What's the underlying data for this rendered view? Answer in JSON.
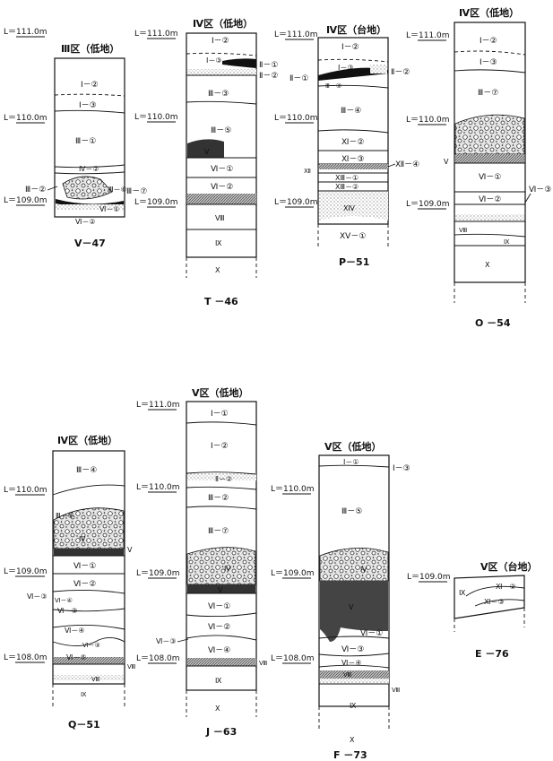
{
  "columns": [
    {
      "id": "V-47",
      "title": "Ⅲ区（低地）",
      "label": "V－47",
      "elevations": [
        "L＝111.0m",
        "L＝110.0m",
        "L＝109.0m"
      ],
      "layers": [
        "Ⅰ－②",
        "Ⅰ－③",
        "Ⅲ－①",
        "Ⅳ－②",
        "Ⅲ－②",
        "Ⅲ－⑥",
        "Ⅲ－⑦",
        "Ⅵ－①",
        "Ⅵ－②"
      ]
    },
    {
      "id": "T-46",
      "title": "Ⅳ区（低地）",
      "label": "T －46",
      "elevations": [
        "L＝111.0m",
        "L＝110.0m",
        "L＝109.0m"
      ],
      "layers": [
        "Ⅰ－②",
        "Ⅰ－③",
        "Ⅱ－①",
        "Ⅱ－②",
        "Ⅲ－③",
        "Ⅲ－⑤",
        "Ⅴ",
        "Ⅵ－①",
        "Ⅵ－②",
        "Ⅷ",
        "Ⅸ",
        "Ⅹ"
      ]
    },
    {
      "id": "P-51",
      "title": "Ⅳ区（台地）",
      "label": "P－51",
      "elevations": [
        "L＝111.0m",
        "L＝110.0m",
        "L＝109.0m"
      ],
      "layers": [
        "Ⅰ－②",
        "Ⅰ－③",
        "Ⅱ－①",
        "Ⅱ－②",
        "Ⅲ－③",
        "Ⅲ－④",
        "Ⅺ－②",
        "Ⅺ－③",
        "Ⅻ",
        "Ⅻ－④",
        "ⅩⅢ－①",
        "ⅩⅢ－②",
        "ⅩⅣ",
        "ⅩⅤ－①"
      ]
    },
    {
      "id": "O-54",
      "title": "Ⅳ区（低地）",
      "label": "O －54",
      "elevations": [
        "L＝111.0m",
        "L＝110.0m",
        "L＝109.0m"
      ],
      "layers": [
        "Ⅰ－②",
        "Ⅰ－③",
        "Ⅲ－⑦",
        "Ⅴ",
        "Ⅵ－①",
        "Ⅵ－②",
        "Ⅵ－③",
        "Ⅷ",
        "Ⅸ",
        "Ⅹ"
      ]
    },
    {
      "id": "Q-51",
      "title": "Ⅳ区（低地）",
      "label": "Q－51",
      "elevations": [
        "L＝110.0m",
        "L＝109.0m",
        "L＝108.0m"
      ],
      "layers": [
        "Ⅲ－④",
        "Ⅲ－⑥",
        "Ⅳ",
        "Ⅴ",
        "Ⅵ－①",
        "Ⅵ－②",
        "Ⅵ－④",
        "Ⅵ－③",
        "Ⅵ－③",
        "Ⅵ－④",
        "Ⅵ－③",
        "Ⅵ－⑤",
        "Ⅷ",
        "Ⅷ",
        "Ⅸ"
      ]
    },
    {
      "id": "J-63",
      "title": "Ⅴ区（低地）",
      "label": "J －63",
      "elevations": [
        "L＝111.0m",
        "L＝110.0m",
        "L＝109.0m",
        "L＝108.0m"
      ],
      "layers": [
        "Ⅰ－①",
        "Ⅰ－②",
        "Ⅱ－②",
        "Ⅲ－②",
        "Ⅲ－⑦",
        "Ⅳ",
        "Ⅴ",
        "Ⅵ－①",
        "Ⅵ－②",
        "Ⅵ－③",
        "Ⅵ－④",
        "Ⅷ",
        "Ⅸ",
        "Ⅹ"
      ]
    },
    {
      "id": "F-73",
      "title": "Ⅴ区（低地）",
      "label": "F －73",
      "elevations": [
        "L＝110.0m",
        "L＝109.0m",
        "L＝108.0m"
      ],
      "layers": [
        "Ⅰ－①",
        "Ⅰ－③",
        "Ⅲ－⑤",
        "Ⅳ",
        "Ⅴ",
        "Ⅵ－①",
        "Ⅵ－③",
        "Ⅵ－④",
        "Ⅷ",
        "Ⅷ",
        "Ⅸ",
        "Ⅹ"
      ]
    },
    {
      "id": "E-76",
      "title": "Ⅴ区（台地）",
      "label": "E －76",
      "elevations": [
        "L＝109.0m"
      ],
      "layers": [
        "Ⅸ",
        "Ⅺ－②",
        "Ⅺ－③"
      ]
    }
  ]
}
